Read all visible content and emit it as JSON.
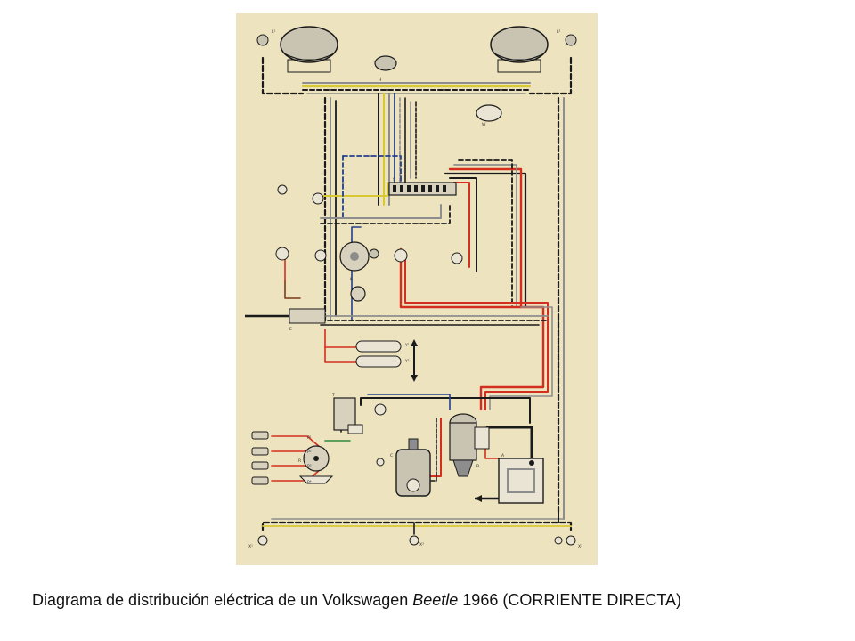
{
  "caption": {
    "prefix": "Diagrama de distribución eléctrica de un Volkswagen ",
    "model": "Beetle",
    "suffix": " 1966 (CORRIENTE  DIRECTA)"
  },
  "colors": {
    "paper": "#ede3bf",
    "wire_black": "#1b1b1b",
    "wire_red": "#d42e1f",
    "wire_blue": "#233f8c",
    "wire_yellow": "#d8c832",
    "wire_grey": "#8d8d8d",
    "wire_green": "#2f8a3a",
    "wire_brown": "#7a3b1c"
  },
  "icons": [
    "headlight-icon",
    "horn-icon",
    "battery-icon",
    "starter-icon",
    "generator-icon",
    "distributor-icon",
    "spark-plug-icon",
    "fuse-box-icon",
    "ignition-coil-icon",
    "wiper-motor-icon",
    "tail-light-icon"
  ]
}
